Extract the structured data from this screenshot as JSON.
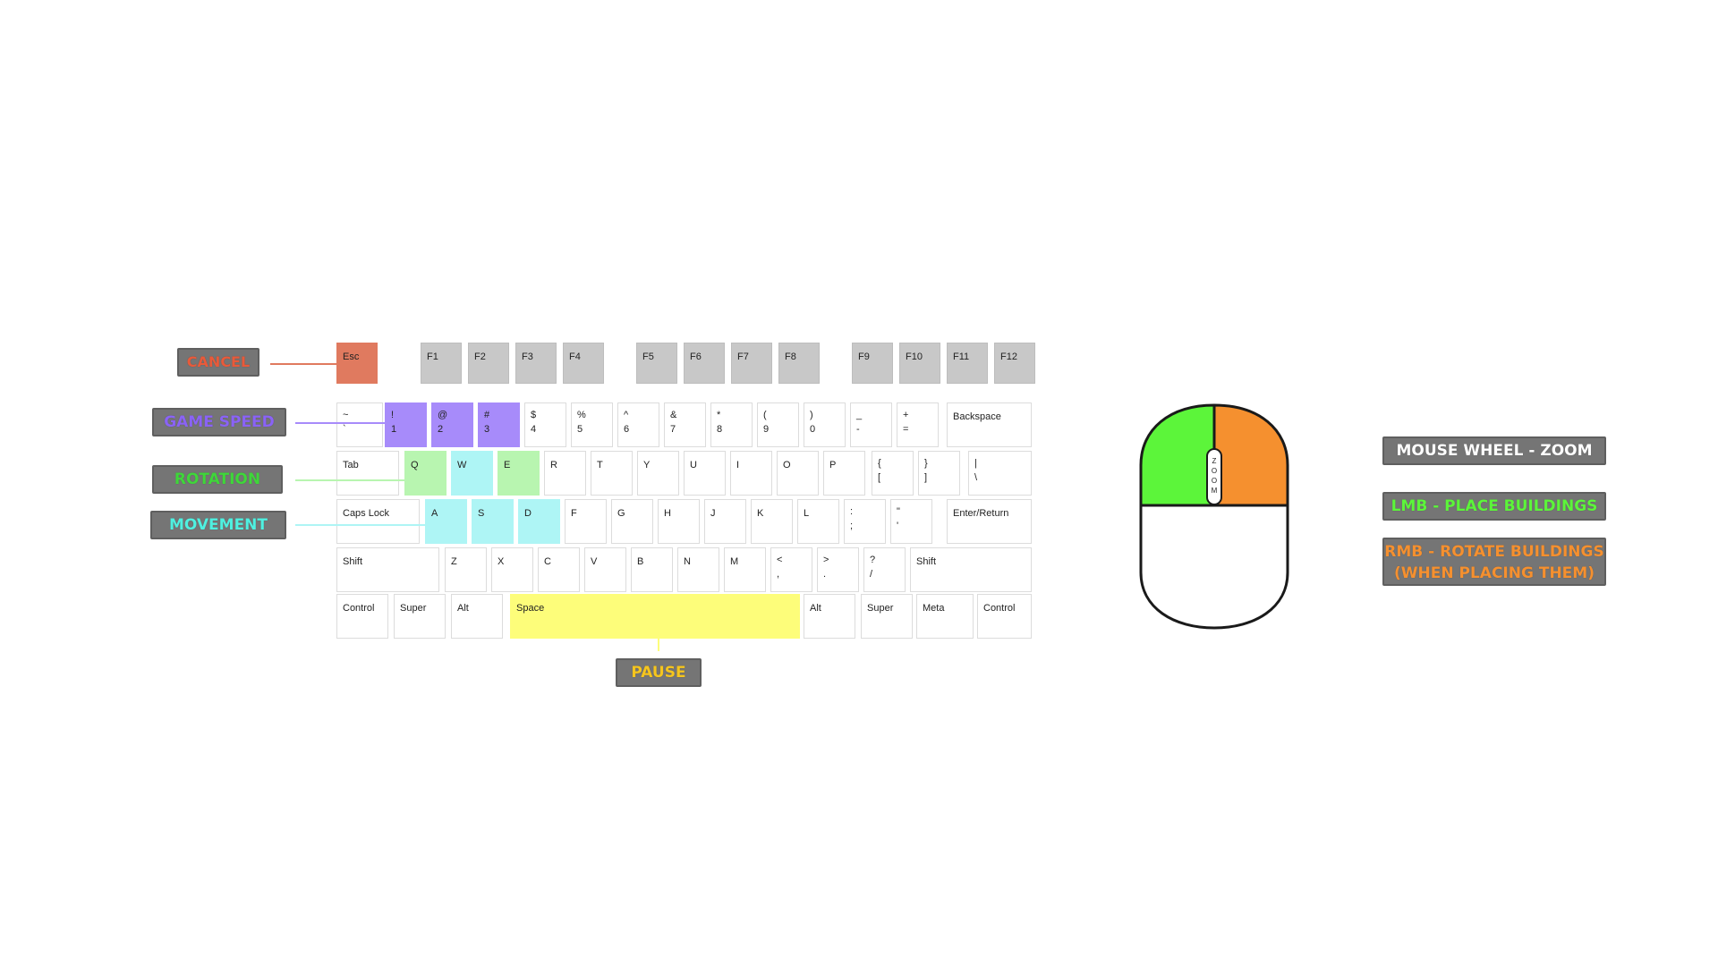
{
  "colors": {
    "cancel": "#e07a5f",
    "game_speed": "#a78bfa",
    "rotation": "#b8f5b0",
    "movement": "#aef5f5",
    "pause": "#fdfd7a",
    "lmb": "#5cf53a",
    "rmb": "#f5902f",
    "function_key": "#c8c8c8"
  },
  "labels": {
    "cancel": "CANCEL",
    "game_speed": "GAME SPEED",
    "rotation": "ROTATION",
    "movement": "MOVEMENT",
    "pause": "PAUSE",
    "mouse_wheel": "MOUSE WHEEL - ZOOM",
    "lmb": "LMB - PLACE BUILDINGS",
    "rmb_line1": "RMB - ROTATE BUILDINGS",
    "rmb_line2": "(WHEN PLACING THEM)"
  },
  "mouse": {
    "wheel_label": "ZOOM"
  },
  "keyboard": {
    "function_row": [
      {
        "top": "Esc",
        "bottom": "",
        "group": "cancel"
      },
      {
        "top": "F1",
        "bottom": ""
      },
      {
        "top": "F2",
        "bottom": ""
      },
      {
        "top": "F3",
        "bottom": ""
      },
      {
        "top": "F4",
        "bottom": ""
      },
      {
        "top": "F5",
        "bottom": ""
      },
      {
        "top": "F6",
        "bottom": ""
      },
      {
        "top": "F7",
        "bottom": ""
      },
      {
        "top": "F8",
        "bottom": ""
      },
      {
        "top": "F9",
        "bottom": ""
      },
      {
        "top": "F10",
        "bottom": ""
      },
      {
        "top": "F11",
        "bottom": ""
      },
      {
        "top": "F12",
        "bottom": ""
      }
    ],
    "number_row": [
      {
        "top": "~",
        "bottom": "`"
      },
      {
        "top": "!",
        "bottom": "1",
        "group": "game_speed"
      },
      {
        "top": "@",
        "bottom": "2",
        "group": "game_speed"
      },
      {
        "top": "#",
        "bottom": "3",
        "group": "game_speed"
      },
      {
        "top": "$",
        "bottom": "4"
      },
      {
        "top": "%",
        "bottom": "5"
      },
      {
        "top": "^",
        "bottom": "6"
      },
      {
        "top": "&",
        "bottom": "7"
      },
      {
        "top": "*",
        "bottom": "8"
      },
      {
        "top": "(",
        "bottom": "9"
      },
      {
        "top": ")",
        "bottom": "0"
      },
      {
        "top": "_",
        "bottom": "-"
      },
      {
        "top": "+",
        "bottom": "="
      },
      {
        "top": "Backspace",
        "bottom": ""
      }
    ],
    "tab_row": [
      {
        "top": "Tab",
        "bottom": ""
      },
      {
        "top": "Q",
        "bottom": "",
        "group": "rotation"
      },
      {
        "top": "W",
        "bottom": "",
        "group": "movement"
      },
      {
        "top": "E",
        "bottom": "",
        "group": "rotation"
      },
      {
        "top": "R",
        "bottom": ""
      },
      {
        "top": "T",
        "bottom": ""
      },
      {
        "top": "Y",
        "bottom": ""
      },
      {
        "top": "U",
        "bottom": ""
      },
      {
        "top": "I",
        "bottom": ""
      },
      {
        "top": "O",
        "bottom": ""
      },
      {
        "top": "P",
        "bottom": ""
      },
      {
        "top": "{",
        "bottom": "["
      },
      {
        "top": "}",
        "bottom": "]"
      },
      {
        "top": "|",
        "bottom": "\\"
      }
    ],
    "caps_row": [
      {
        "top": "Caps Lock",
        "bottom": ""
      },
      {
        "top": "A",
        "bottom": "",
        "group": "movement"
      },
      {
        "top": "S",
        "bottom": "",
        "group": "movement"
      },
      {
        "top": "D",
        "bottom": "",
        "group": "movement"
      },
      {
        "top": "F",
        "bottom": ""
      },
      {
        "top": "G",
        "bottom": ""
      },
      {
        "top": "H",
        "bottom": ""
      },
      {
        "top": "J",
        "bottom": ""
      },
      {
        "top": "K",
        "bottom": ""
      },
      {
        "top": "L",
        "bottom": ""
      },
      {
        "top": ":",
        "bottom": ";"
      },
      {
        "top": "\"",
        "bottom": "'"
      },
      {
        "top": "Enter/Return",
        "bottom": ""
      }
    ],
    "shift_row": [
      {
        "top": "Shift",
        "bottom": ""
      },
      {
        "top": "Z",
        "bottom": ""
      },
      {
        "top": "X",
        "bottom": ""
      },
      {
        "top": "C",
        "bottom": ""
      },
      {
        "top": "V",
        "bottom": ""
      },
      {
        "top": "B",
        "bottom": ""
      },
      {
        "top": "N",
        "bottom": ""
      },
      {
        "top": "M",
        "bottom": ""
      },
      {
        "top": "<",
        "bottom": ","
      },
      {
        "top": ">",
        "bottom": "."
      },
      {
        "top": "?",
        "bottom": "/"
      },
      {
        "top": "Shift",
        "bottom": ""
      }
    ],
    "bottom_row": [
      {
        "top": "Control",
        "bottom": ""
      },
      {
        "top": "Super",
        "bottom": ""
      },
      {
        "top": "Alt",
        "bottom": ""
      },
      {
        "top": "Space",
        "bottom": "",
        "group": "pause"
      },
      {
        "top": "Alt",
        "bottom": ""
      },
      {
        "top": "Super",
        "bottom": ""
      },
      {
        "top": "Meta",
        "bottom": ""
      },
      {
        "top": "Control",
        "bottom": ""
      }
    ]
  }
}
